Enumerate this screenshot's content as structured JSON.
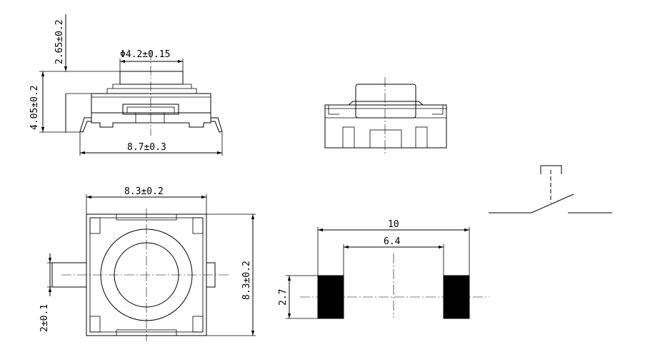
{
  "dimensions": {
    "side_height_top": "2.65±0.2",
    "side_button_diameter": "Φ4.2±0.15",
    "side_total_height": "4.05±0.2",
    "side_width": "8.7±0.3",
    "top_width": "8.3±0.2",
    "top_height": "8.3±0.2",
    "top_lead_width": "2±0.1",
    "pad_outer": "10",
    "pad_inner": "6.4",
    "pad_height": "2.7"
  },
  "colors": {
    "line": "#000000",
    "background": "#ffffff"
  }
}
